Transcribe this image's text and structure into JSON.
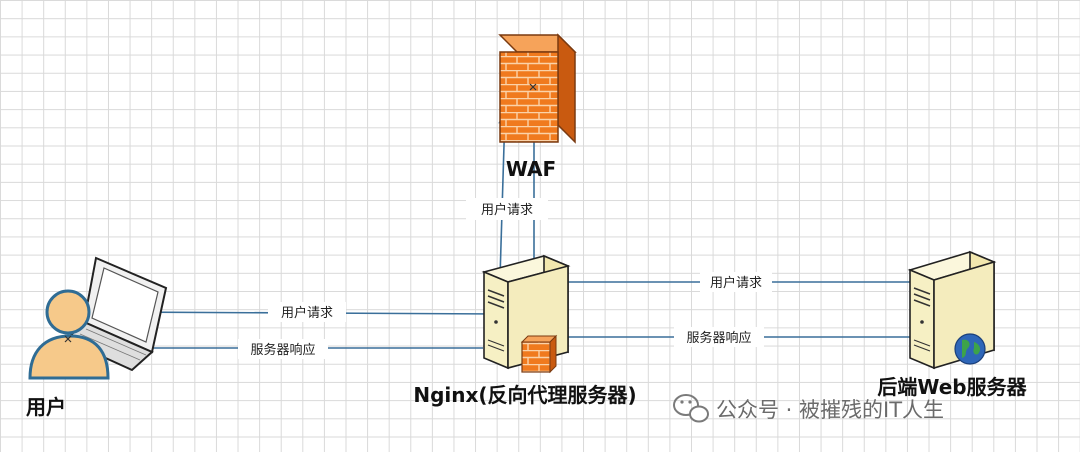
{
  "nodes": {
    "waf": "WAF",
    "user": "用户",
    "nginx": "Nginx(反向代理服务器)",
    "backend": "后端Web服务器"
  },
  "edges": {
    "nginx_to_waf": "用户请求",
    "user_to_nginx": "用户请求",
    "nginx_to_user": "服务器响应",
    "nginx_to_backend": "用户请求",
    "backend_to_nginx": "服务器响应"
  },
  "watermark": "公众号 · 被摧残的IT人生",
  "colors": {
    "arrow": "#3a6f9a",
    "firewall": "#f07a1e",
    "server": "#f6f0c4",
    "person": "#f6c98a"
  },
  "icons": [
    "firewall-icon",
    "person-icon",
    "laptop-icon",
    "server-icon",
    "globe-icon",
    "wechat-icon"
  ]
}
